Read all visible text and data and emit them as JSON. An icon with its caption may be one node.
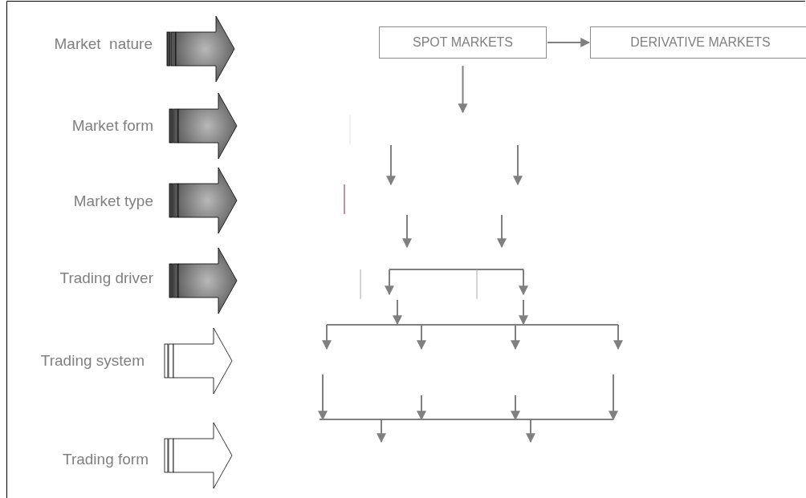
{
  "diagram": {
    "nodes": [
      {
        "text": [
          "SPOT MARKETS"
        ]
      },
      {
        "text": [
          "DERIVATIVE MARKETS"
        ]
      }
    ],
    "edges": [
      {
        "from": 0,
        "to": 1,
        "arrow": "to"
      },
      {
        "from": 0,
        "to": null,
        "arrow": "to"
      }
    ],
    "labels": [
      "Market  nature",
      "Market form",
      "Market type",
      "Trading driver",
      "Trading system",
      "Trading form"
    ]
  }
}
